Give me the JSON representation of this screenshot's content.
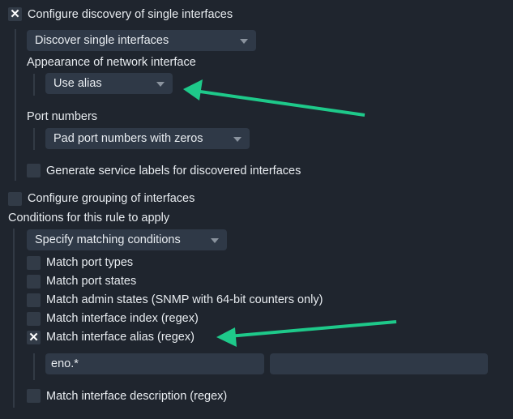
{
  "discovery": {
    "label": "Configure discovery of single interfaces",
    "checked": true,
    "mode": "Discover single interfaces",
    "appearance_label": "Appearance of network interface",
    "appearance_value": "Use alias",
    "port_label": "Port numbers",
    "port_value": "Pad port numbers with zeros",
    "labels_option": "Generate service labels for discovered interfaces"
  },
  "grouping": {
    "label": "Configure grouping of interfaces",
    "checked": false
  },
  "conditions": {
    "label": "Conditions for this rule to apply",
    "mode": "Specify matching conditions",
    "items": [
      {
        "label": "Match port types",
        "checked": false
      },
      {
        "label": "Match port states",
        "checked": false
      },
      {
        "label": "Match admin states (SNMP with 64-bit counters only)",
        "checked": false
      },
      {
        "label": "Match interface index (regex)",
        "checked": false
      },
      {
        "label": "Match interface alias (regex)",
        "checked": true
      },
      {
        "label": "Match interface description (regex)",
        "checked": false
      }
    ],
    "alias_inputs": [
      "eno.*",
      ""
    ],
    "check_mark": "✕"
  },
  "colors": {
    "arrow": "#1ec98a"
  }
}
